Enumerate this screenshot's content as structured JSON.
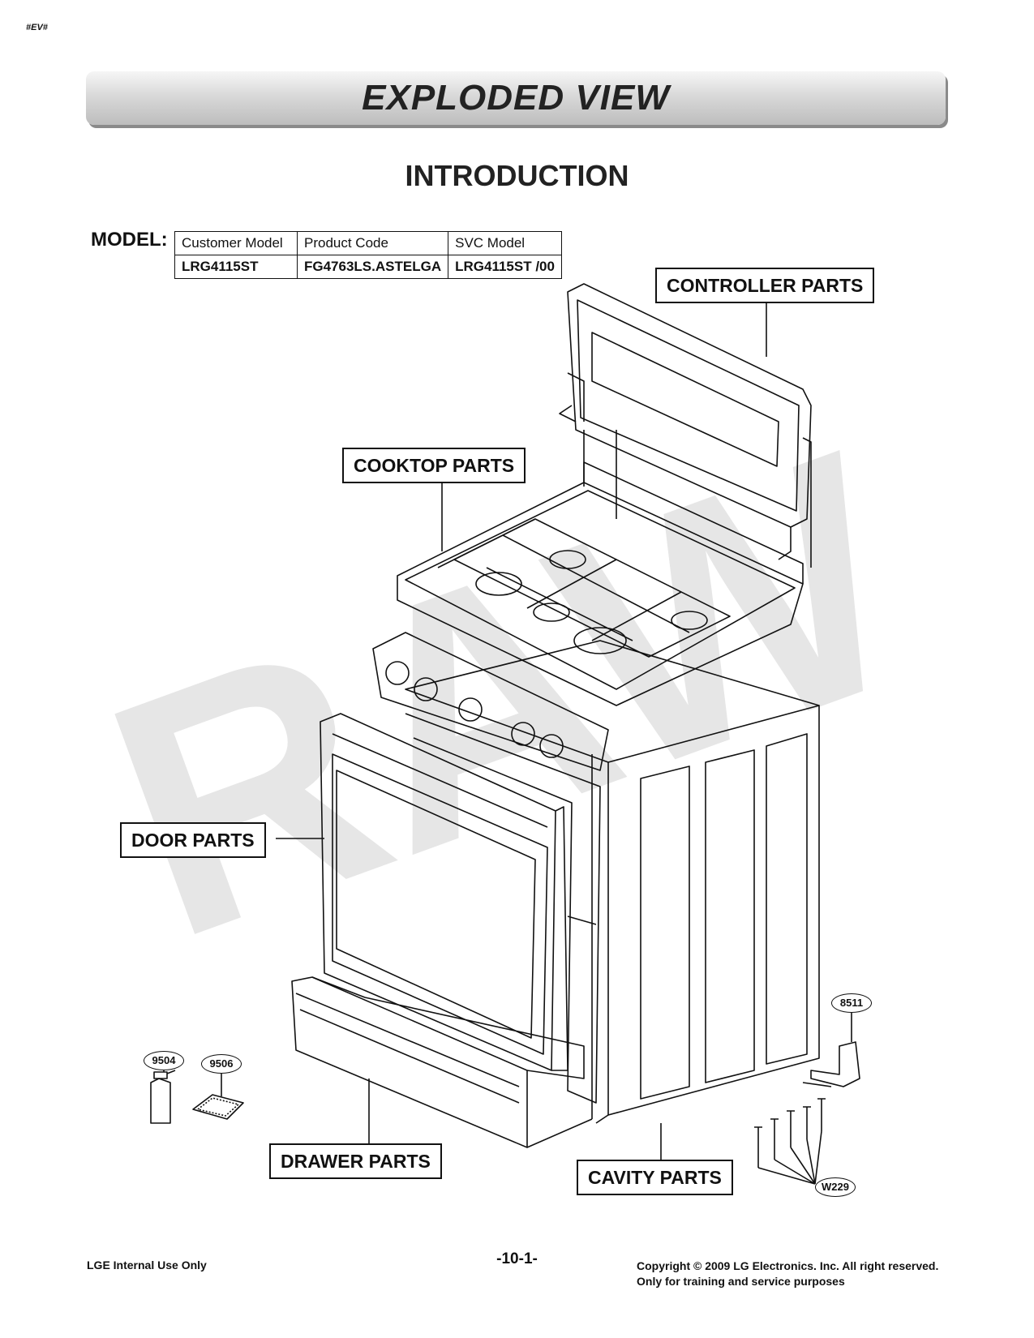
{
  "header_tag": "#EV#",
  "banner_title": "EXPLODED VIEW",
  "section_title": "INTRODUCTION",
  "model": {
    "label": "MODEL:",
    "headers": [
      "Customer Model",
      "Product Code",
      "SVC Model"
    ],
    "values": [
      "LRG4115ST",
      "FG4763LS.ASTELGA",
      "LRG4115ST /00"
    ]
  },
  "callouts": {
    "controller": "CONTROLLER PARTS",
    "cooktop": "COOKTOP PARTS",
    "door": "DOOR PARTS",
    "drawer": "DRAWER PARTS",
    "cavity": "CAVITY PARTS"
  },
  "part_numbers": {
    "p8511": "8511",
    "p9504": "9504",
    "p9506": "9506",
    "pW229": "W229"
  },
  "watermark": "RAW",
  "footer": {
    "left": "LGE Internal Use Only",
    "page": "-10-1-",
    "copyright": "Copyright © 2009 LG Electronics. Inc. All right reserved.",
    "training": "Only for training and service purposes"
  }
}
